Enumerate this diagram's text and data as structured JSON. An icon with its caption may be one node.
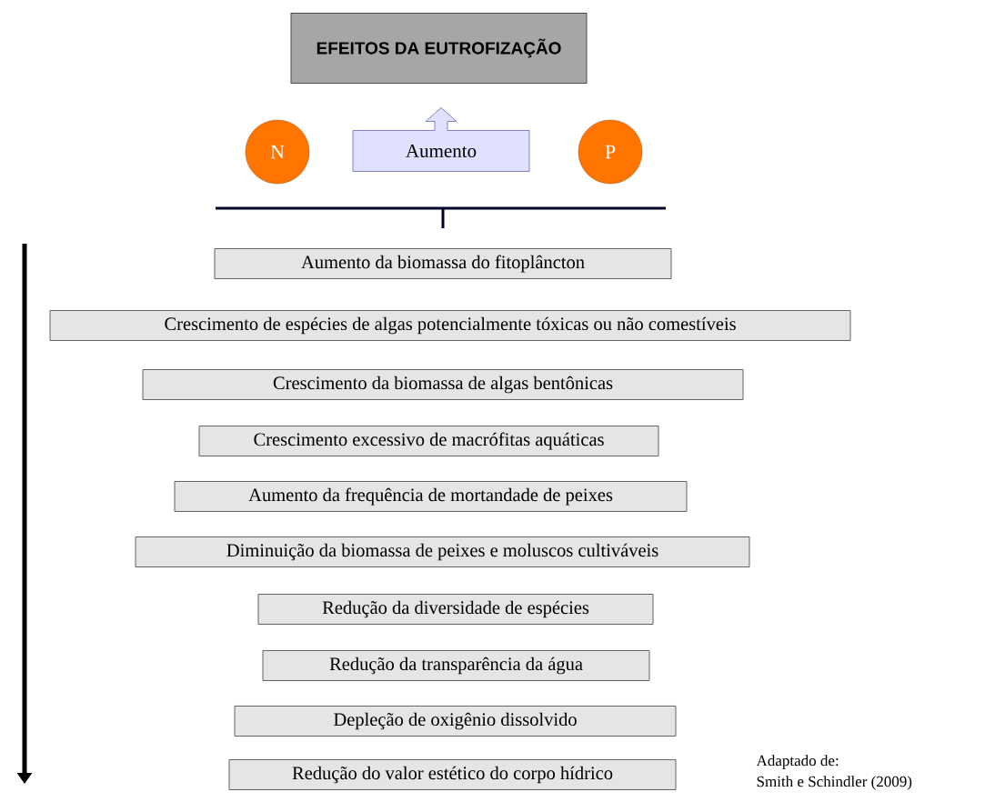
{
  "diagram": {
    "nodes": [
      {
        "text": [
          "EFEITOS DA EUTROFIZAÇÃO"
        ]
      },
      {
        "text": [
          "N"
        ]
      },
      {
        "text": [
          "Aumento"
        ]
      },
      {
        "text": [
          "P"
        ]
      },
      {
        "text": [
          "Aumento da biomassa do fitoplâncton"
        ]
      },
      {
        "text": [
          "Crescimento de espécies de algas potencialmente tóxicas ou não comestíveis"
        ]
      },
      {
        "text": [
          "Crescimento da biomassa de algas bentônicas"
        ]
      },
      {
        "text": [
          "Crescimento excessivo de macrófitas aquáticas"
        ]
      },
      {
        "text": [
          "Aumento da frequência de mortandade de peixes"
        ]
      },
      {
        "text": [
          "Diminuição da biomassa de peixes e moluscos cultiváveis"
        ]
      },
      {
        "text": [
          "Redução da diversidade de espécies"
        ]
      },
      {
        "text": [
          "Redução da transparência da água"
        ]
      },
      {
        "text": [
          "Depleção de oxigênio dissolvido"
        ]
      },
      {
        "text": [
          "Redução do valor estético do corpo hídrico"
        ]
      }
    ],
    "labels": [
      "Adaptado de:",
      "Smith e Schindler (2009)"
    ]
  }
}
